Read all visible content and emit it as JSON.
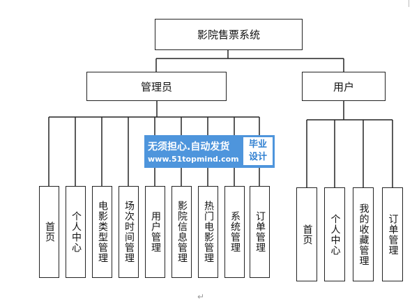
{
  "root": {
    "label": "影院售票系统"
  },
  "branches": [
    {
      "key": "admin",
      "label": "管理员",
      "children": [
        "首页",
        "个人中心",
        "电影类型管理",
        "场次时间管理",
        "用户管理",
        "影院信息管理",
        "热门电影管理",
        "系统管理",
        "订单管理"
      ]
    },
    {
      "key": "user",
      "label": "用户",
      "children": [
        "首页",
        "个人中心",
        "我的收藏管理",
        "订单管理"
      ]
    }
  ],
  "watermark": {
    "main": "无须担心.自动发货",
    "url": "www.51topmind.com",
    "badge_line1": "毕业",
    "badge_line2": "设计"
  },
  "paragraph_mark": "↵"
}
